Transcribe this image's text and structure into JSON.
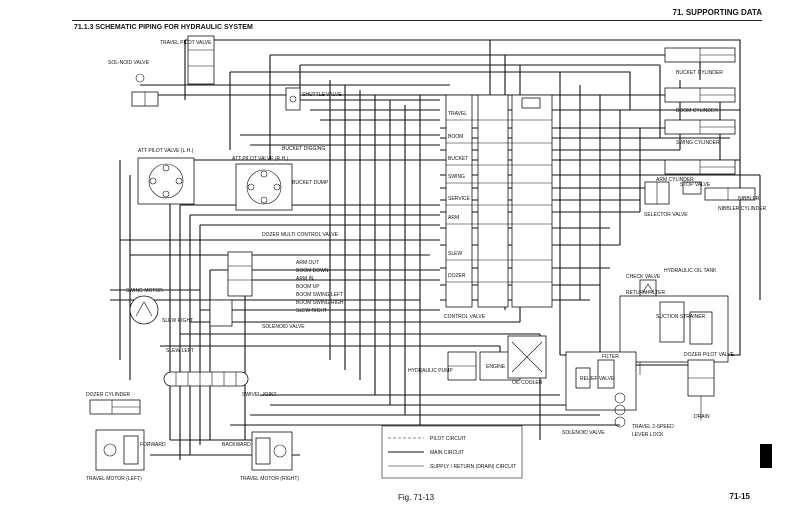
{
  "header": {
    "chapter": "71. SUPPORTING DATA",
    "section": "71.1.3     SCHEMATIC PIPING FOR HYDRAULIC SYSTEM"
  },
  "footer": {
    "figure": "Fig. 71-13",
    "page": "71-15"
  },
  "labels": {
    "travel_pilot_valve": "TRAVEL PILOT VALVE",
    "sol_noid_valve": "SOL-NOID VALVE",
    "shuttle_valve": "SHUTTLE VALVE",
    "bucket_cylinder": "BUCKET CYLINDER",
    "boom_cylinder": "BOOM CYLINDER",
    "swing_cylinder": "SWING CYLINDER",
    "arm_cylinder": "ARM CYLINDER",
    "stop_valve": "STOP VALVE",
    "nibbler": "NIBBLER",
    "nibbler_cylinder": "NIBBLER CYLINDER",
    "selector_valve": "SELECTOR VALVE",
    "check_valve": "CHECK VALVE",
    "hydraulic_oil_tank": "HYDRAULIC OIL TANK",
    "return_filter": "RETURN FILTER",
    "suction_strainer": "SUCTION STRAINER",
    "att_pilot_l": "ATT PILOT VALVE (L.H.)",
    "att_pilot_r": "ATT PILOT VALVE (R.H.)",
    "bucket_digging": "BUCKET DIGGING",
    "bucket_dump": "BUCKET DUMP",
    "dozer_multi": "DOZER MULTI CONTROL VALVE",
    "arm_out": "ARM OUT",
    "boom_down": "BOOM DOWN",
    "arm_in": "ARM IN",
    "boom_up": "BOOM UP",
    "boom_swing_left": "BOOM SWING LEFT",
    "boom_swing_right": "BOOM SWING RIGHT",
    "slew_right_1": "SLEW RIGHT",
    "solenoid_valve": "SOLENOID VALVE",
    "swing_motor": "SWING MOTOR",
    "slew_right_2": "SLEW RIGHT",
    "slew_left": "SLEW LEFT",
    "control_valve": "CONTROL VALVE",
    "engine": "ENGINE",
    "hydraulic_pump": "HYDRAULIC PUMP",
    "oil_cooler": "OIL COOLER",
    "filter": "FILTER",
    "relief_valve": "RELIEF VALVE",
    "dozer_pilot_valve": "DOZER PILOT VALVE",
    "drain": "DRAIN",
    "travel_2_speed": "TRAVEL 2-SPEED",
    "lever_lock": "LEVER LOCK",
    "solenoid_valve_2": "SOLENOID VALVE",
    "swivel_joint": "SWIVEL JOINT",
    "dozer_cylinder": "DOZER CYLINDER",
    "travel_motor_left": "TRAVEL MOTOR (LEFT)",
    "travel_motor_right": "TRAVEL MOTOR (RIGHT)",
    "forward": "FORWARD",
    "backward": "BACKWARD",
    "spool_travel": "TRAVEL",
    "spool_boom": "BOOM",
    "spool_bucket": "BUCKET",
    "spool_swing": "SWING",
    "spool_service": "SERVICE",
    "spool_arm": "ARM",
    "spool_slew": "SLEW",
    "spool_dozer": "DOZER"
  },
  "legend": {
    "pilot": "PILOT CIRCUIT",
    "main": "MAIN CIRCUIT",
    "supply": "SUPPLY / RETURN (DRAIN) CIRCUIT"
  }
}
